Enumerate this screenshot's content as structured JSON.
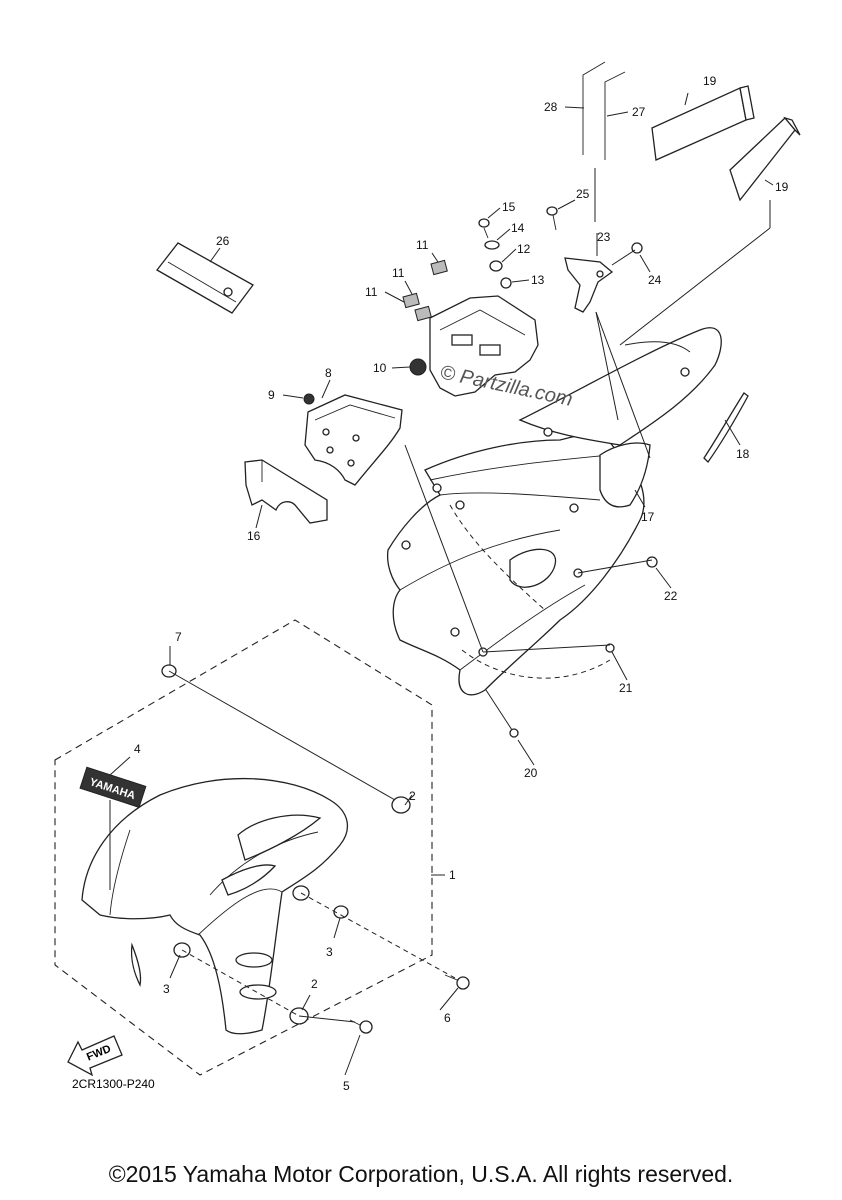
{
  "diagram": {
    "code": "2CR1300-P240",
    "watermark": "© Partzilla.com",
    "fwd_label": "FWD",
    "decal_text": "YAMAHA",
    "copyright": "©2015 Yamaha Motor Corporation, U.S.A. All rights reserved."
  },
  "callouts": [
    {
      "id": "1",
      "label": "1"
    },
    {
      "id": "2a",
      "label": "2"
    },
    {
      "id": "2b",
      "label": "2"
    },
    {
      "id": "3a",
      "label": "3"
    },
    {
      "id": "3b",
      "label": "3"
    },
    {
      "id": "4",
      "label": "4"
    },
    {
      "id": "5",
      "label": "5"
    },
    {
      "id": "6",
      "label": "6"
    },
    {
      "id": "7",
      "label": "7"
    },
    {
      "id": "8",
      "label": "8"
    },
    {
      "id": "9",
      "label": "9"
    },
    {
      "id": "10",
      "label": "10"
    },
    {
      "id": "11a",
      "label": "11"
    },
    {
      "id": "11b",
      "label": "11"
    },
    {
      "id": "11c",
      "label": "11"
    },
    {
      "id": "12",
      "label": "12"
    },
    {
      "id": "13",
      "label": "13"
    },
    {
      "id": "14",
      "label": "14"
    },
    {
      "id": "15",
      "label": "15"
    },
    {
      "id": "16",
      "label": "16"
    },
    {
      "id": "17",
      "label": "17"
    },
    {
      "id": "18",
      "label": "18"
    },
    {
      "id": "19a",
      "label": "19"
    },
    {
      "id": "19b",
      "label": "19"
    },
    {
      "id": "20",
      "label": "20"
    },
    {
      "id": "21",
      "label": "21"
    },
    {
      "id": "22",
      "label": "22"
    },
    {
      "id": "23",
      "label": "23"
    },
    {
      "id": "24",
      "label": "24"
    },
    {
      "id": "25",
      "label": "25"
    },
    {
      "id": "26",
      "label": "26"
    },
    {
      "id": "27",
      "label": "27"
    },
    {
      "id": "28",
      "label": "28"
    }
  ]
}
